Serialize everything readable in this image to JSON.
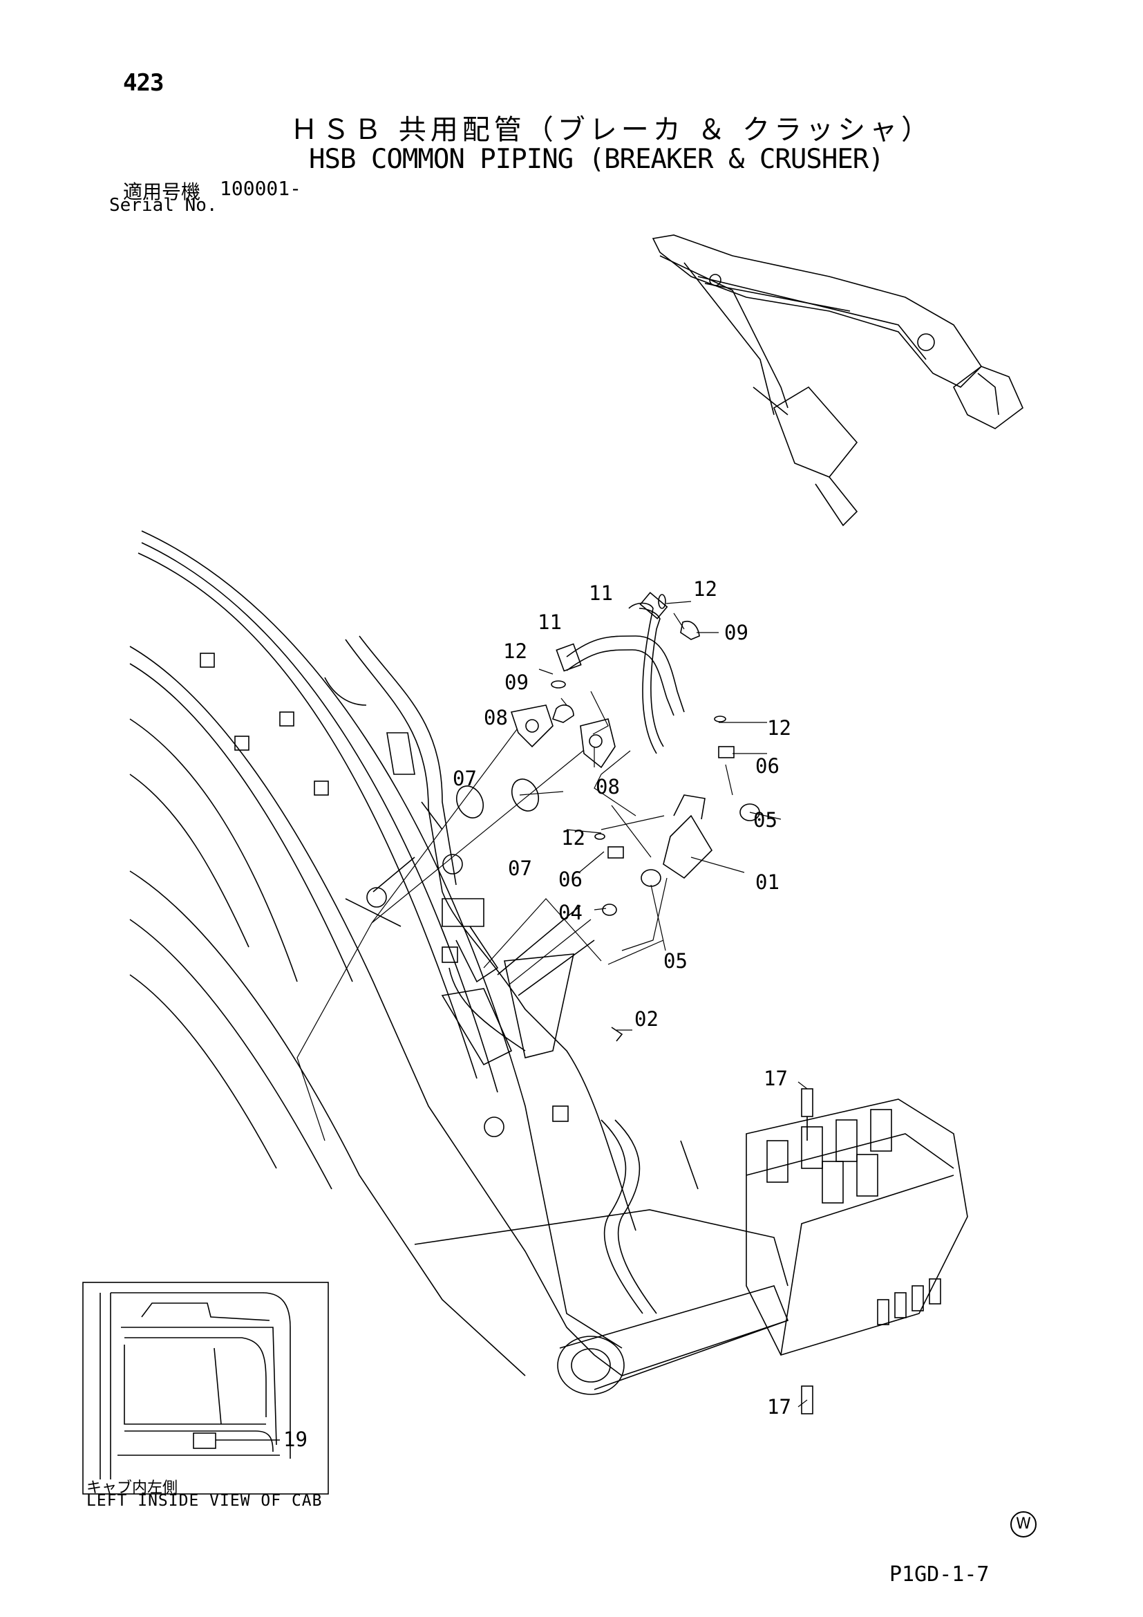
{
  "page_number": "423",
  "title_ja": "ＨＳＢ 共用配管（ブレーカ ＆ クラッシャ）",
  "title_en": "HSB COMMON PIPING (BREAKER & CRUSHER)",
  "serial": {
    "label_ja": "適用号機",
    "number": "100001-",
    "label_en": "Serial No."
  },
  "callouts": {
    "c01": "01",
    "c02": "02",
    "c04": "04",
    "c05a": "05",
    "c05b": "05",
    "c06a": "06",
    "c06b": "06",
    "c07a": "07",
    "c07b": "07",
    "c08a": "08",
    "c08b": "08",
    "c09a": "09",
    "c09b": "09",
    "c11a": "11",
    "c11b": "11",
    "c12a": "12",
    "c12b": "12",
    "c12c": "12",
    "c12d": "12",
    "c17a": "17",
    "c17b": "17",
    "c19": "19"
  },
  "cab_inset": {
    "caption_ja": "キャブ内左側",
    "caption_en": "LEFT INSIDE VIEW OF CAB"
  },
  "mark": "W",
  "doc_code": "P1GD-1-7"
}
